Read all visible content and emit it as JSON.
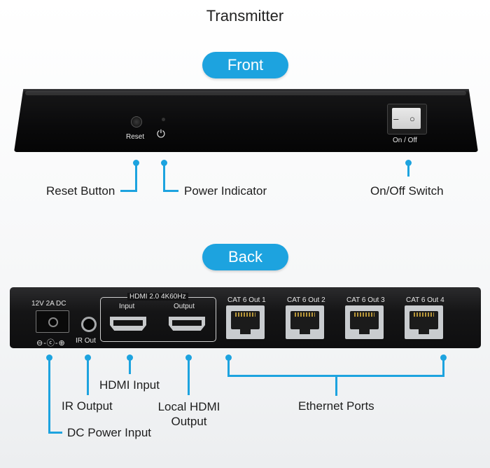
{
  "title": "Transmitter",
  "sections": {
    "front": "Front",
    "back": "Back"
  },
  "front_device": {
    "reset_label": "Reset",
    "power_symbol": "⏻",
    "switch_label": "On / Off",
    "switch_marks": "– ○"
  },
  "front_callouts": {
    "reset": "Reset Button",
    "power": "Power Indicator",
    "switch": "On/Off Switch"
  },
  "back_device": {
    "dc_label": "12V 2A DC",
    "ir_label": "IR Out",
    "hdmi_group": "HDMI 2.0 4K60Hz",
    "hdmi_input": "Input",
    "hdmi_output": "Output",
    "polarity": "⊖-ⓒ-⊕",
    "cat_ports": [
      "CAT 6 Out 1",
      "CAT 6 Out 2",
      "CAT 6 Out 3",
      "CAT 6 Out 4"
    ]
  },
  "back_callouts": {
    "hdmi_input": "HDMI Input",
    "ir_output": "IR Output",
    "local_hdmi_line1": "Local HDMI",
    "local_hdmi_line2": "Output",
    "ethernet": "Ethernet Ports",
    "dc_power": "DC Power Input"
  },
  "colors": {
    "accent": "#1da3df",
    "device": "#0c0c0d"
  }
}
